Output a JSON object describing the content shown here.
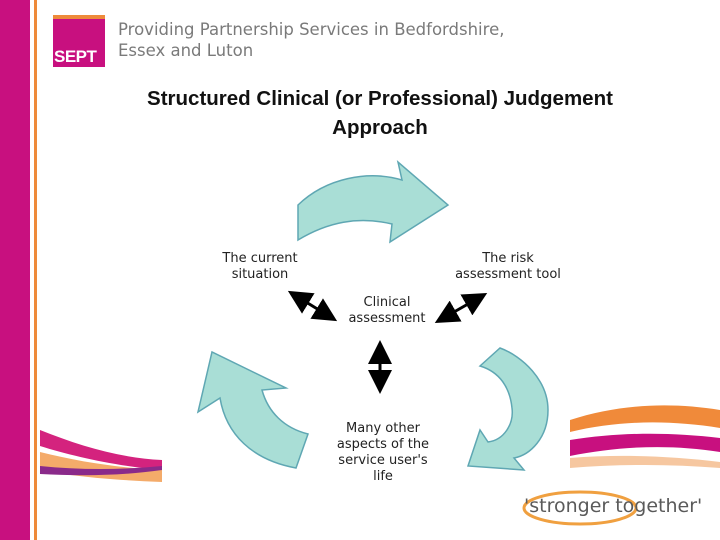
{
  "colors": {
    "magenta": "#c8107f",
    "orange": "#ee8a3a",
    "purple": "#8a2a8a",
    "arrow_fill": "#a9ded6",
    "arrow_stroke": "#5fa7b3"
  },
  "logo": {
    "text": "SEPT"
  },
  "header": {
    "line1": "Providing Partnership Services in Bedfordshire,",
    "line2": "Essex and Luton"
  },
  "slide": {
    "title_line1": "Structured Clinical (or Professional) Judgement",
    "title_line2": "Approach"
  },
  "diagram": {
    "center": {
      "line1": "Clinical",
      "line2": "assessment"
    },
    "current": {
      "line1": "The current",
      "line2": "situation"
    },
    "risk": {
      "line1": "The risk",
      "line2": "assessment tool"
    },
    "life": {
      "line1": "Many other",
      "line2": "aspects of the",
      "line3": "service user's",
      "line4": "life"
    }
  },
  "footer": {
    "slogan": "'stronger together'"
  }
}
